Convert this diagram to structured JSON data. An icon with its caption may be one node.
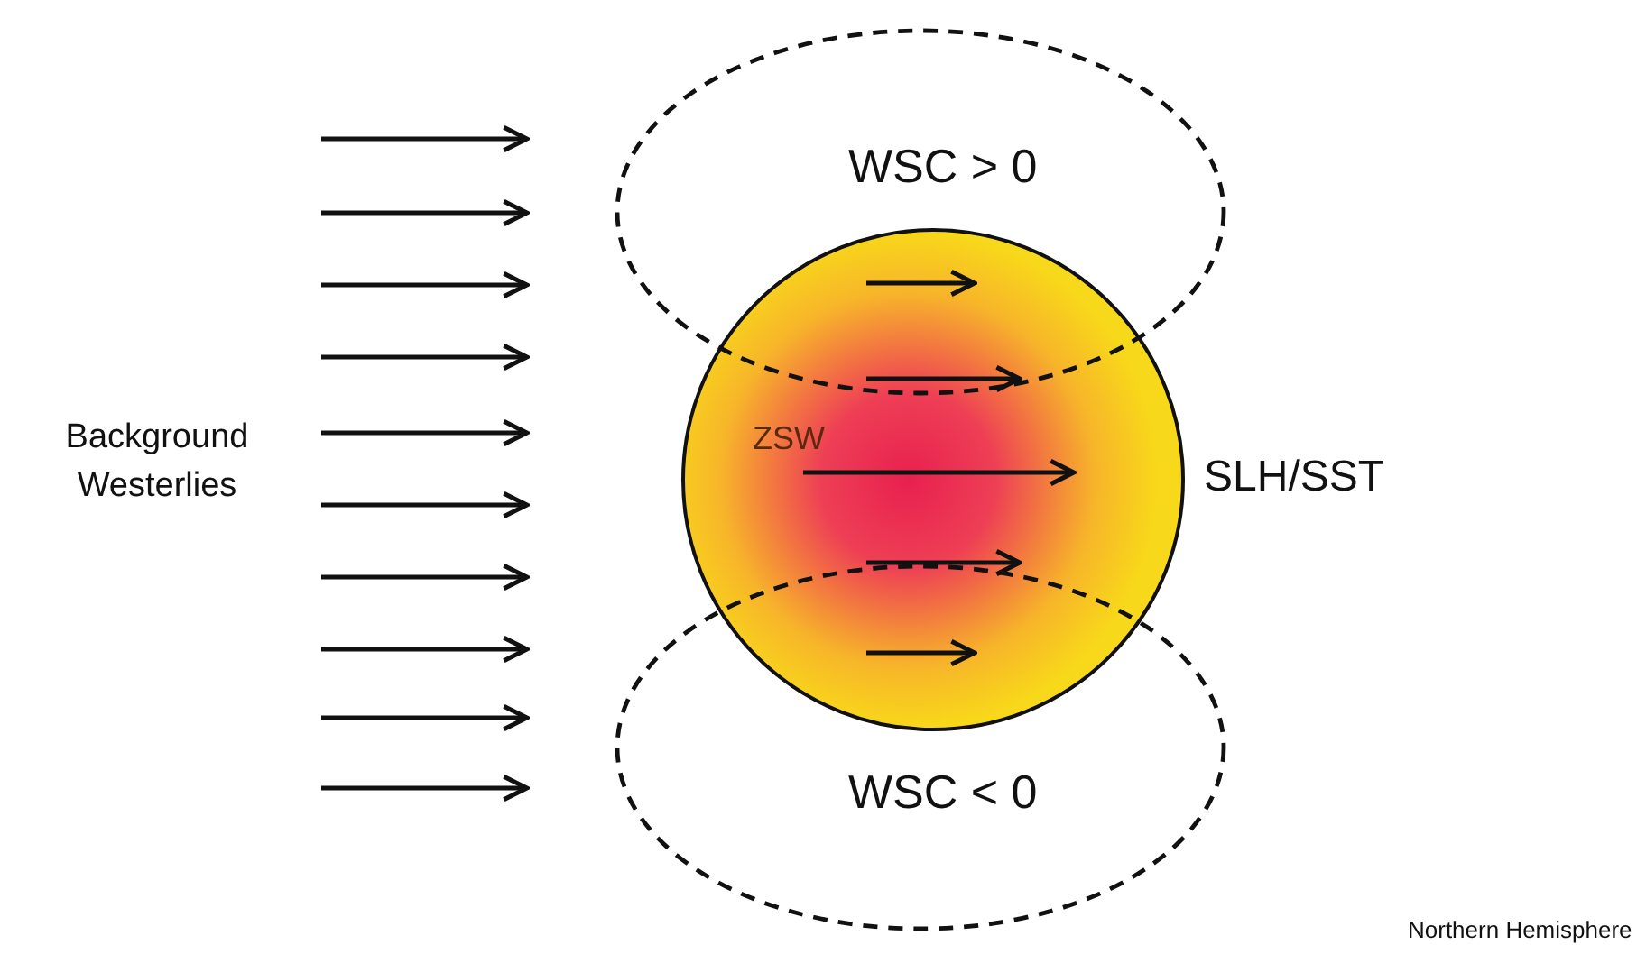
{
  "diagram": {
    "nodes": [
      {
        "text": [
          "WSC > 0"
        ]
      },
      {
        "text": [
          "ZSW"
        ],
        "beside": [
          "SLH/SST"
        ]
      },
      {
        "text": [
          "WSC < 0"
        ]
      }
    ],
    "edges": [],
    "labels": [
      "Background Westerlies",
      "Northern Hemisphere"
    ]
  }
}
